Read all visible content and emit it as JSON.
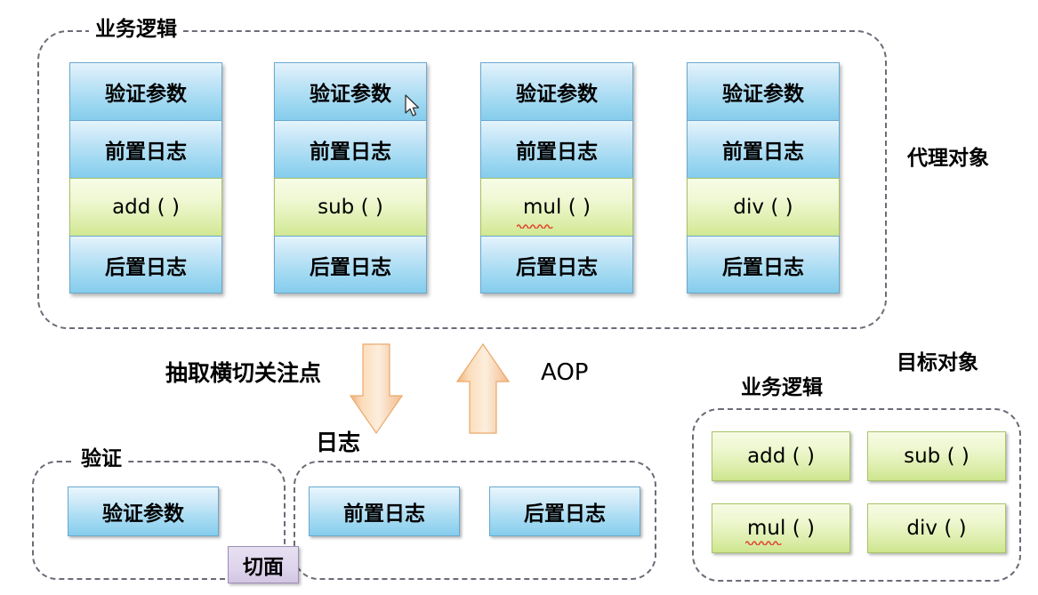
{
  "diagram": {
    "title_top_group": "业务逻辑",
    "proxy_object_label": "代理对象",
    "target_object_label": "目标对象",
    "aop_label": "AOP",
    "extract_label": "抽取横切关注点",
    "log_label": "日志",
    "verify_group_label": "验证",
    "log_group_label": "日志",
    "aspect_label": "切面",
    "bottom_right_group_label": "业务逻辑"
  },
  "proxy_columns": [
    {
      "cells": [
        {
          "text": "验证参数",
          "kind": "blue"
        },
        {
          "text": "前置日志",
          "kind": "blue"
        },
        {
          "text": "add ( )",
          "kind": "green",
          "misspelled": false
        },
        {
          "text": "后置日志",
          "kind": "blue"
        }
      ]
    },
    {
      "cells": [
        {
          "text": "验证参数",
          "kind": "blue"
        },
        {
          "text": "前置日志",
          "kind": "blue"
        },
        {
          "text": "sub ( )",
          "kind": "green",
          "misspelled": false
        },
        {
          "text": "后置日志",
          "kind": "blue"
        }
      ]
    },
    {
      "cells": [
        {
          "text": "验证参数",
          "kind": "blue"
        },
        {
          "text": "前置日志",
          "kind": "blue"
        },
        {
          "text": "mul ( )",
          "kind": "green",
          "misspelled": true
        },
        {
          "text": "后置日志",
          "kind": "blue"
        }
      ]
    },
    {
      "cells": [
        {
          "text": "验证参数",
          "kind": "blue"
        },
        {
          "text": "前置日志",
          "kind": "blue"
        },
        {
          "text": "div ( )",
          "kind": "green",
          "misspelled": false
        },
        {
          "text": "后置日志",
          "kind": "blue"
        }
      ]
    }
  ],
  "verify_aspect": {
    "boxes": [
      {
        "text": "验证参数"
      }
    ]
  },
  "log_aspect": {
    "boxes": [
      {
        "text": "前置日志"
      },
      {
        "text": "后置日志"
      }
    ]
  },
  "target_methods": [
    {
      "text": "add ( )",
      "misspelled": false
    },
    {
      "text": "sub ( )",
      "misspelled": false
    },
    {
      "text": "mul ( )",
      "misspelled": true
    },
    {
      "text": "div ( )",
      "misspelled": false
    }
  ],
  "colors": {
    "blue_fill": "#a3daf2",
    "blue_border": "#6aa9cf",
    "green_fill": "#ddeeab",
    "green_border": "#a8c268",
    "purple_fill": "#ded4ec",
    "purple_border": "#9b8fb5",
    "arrow_fill": "#f6c999",
    "dashed_border": "#6b6b78",
    "spellcheck_underline": "#e04a2f"
  },
  "arrows": {
    "down_arrow_name": "extract-crosscutting-arrow",
    "up_arrow_name": "aop-weave-arrow"
  }
}
